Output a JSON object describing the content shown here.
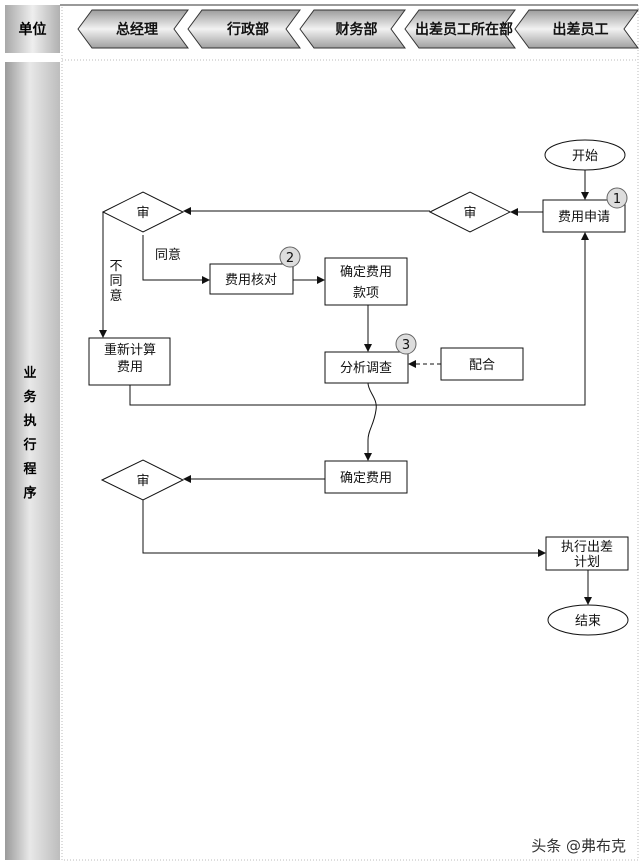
{
  "header": {
    "unit_label": "单位",
    "lanes": [
      "总经理",
      "行政部",
      "财务部",
      "出差员工所在部",
      "出差员工"
    ]
  },
  "sidebar": {
    "label": [
      "业",
      "务",
      "执",
      "行",
      "程",
      "序"
    ]
  },
  "nodes": {
    "start": "开始",
    "apply": "费用申请",
    "review1": "审",
    "review2": "审",
    "check": "费用核对",
    "confirm_items": [
      "确定费用",
      "款项"
    ],
    "recalc": [
      "重新计算",
      "费用"
    ],
    "analyze": "分析调查",
    "cooperate": "配合",
    "confirm": "确定费用",
    "review3": "审",
    "execute": [
      "执行出差",
      "计划"
    ],
    "end": "结束"
  },
  "labels": {
    "agree": "同意",
    "disagree": [
      "不",
      "同",
      "意"
    ]
  },
  "markers": [
    "1",
    "2",
    "3"
  ],
  "watermark": "头条 @弗布克"
}
